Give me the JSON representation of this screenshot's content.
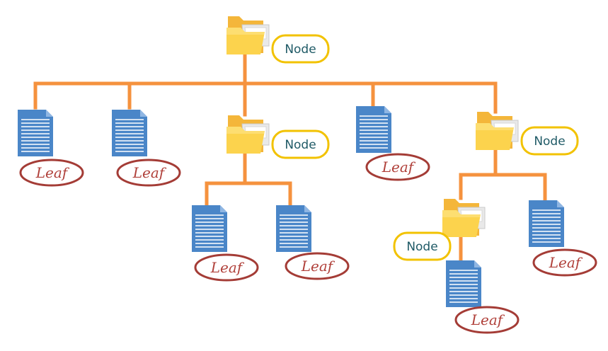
{
  "labels": {
    "node": "Node",
    "leaf": "Leaf"
  },
  "colors": {
    "connector": "#f5923e",
    "node_pill_border": "#f2c200",
    "node_text": "#1f5a66",
    "leaf_pill_border": "#a43c36",
    "leaf_text": "#b0403a",
    "folder_back": "#f4b63a",
    "folder_front": "#fcd34d",
    "document_fill": "#4a86c8",
    "document_lines": "#ffffff"
  },
  "tree": {
    "type": "node",
    "children": [
      {
        "type": "leaf"
      },
      {
        "type": "leaf"
      },
      {
        "type": "node",
        "children": [
          {
            "type": "leaf"
          },
          {
            "type": "leaf"
          }
        ]
      },
      {
        "type": "leaf"
      },
      {
        "type": "node",
        "children": [
          {
            "type": "node",
            "children": [
              {
                "type": "leaf"
              }
            ]
          },
          {
            "type": "leaf"
          }
        ]
      }
    ]
  }
}
